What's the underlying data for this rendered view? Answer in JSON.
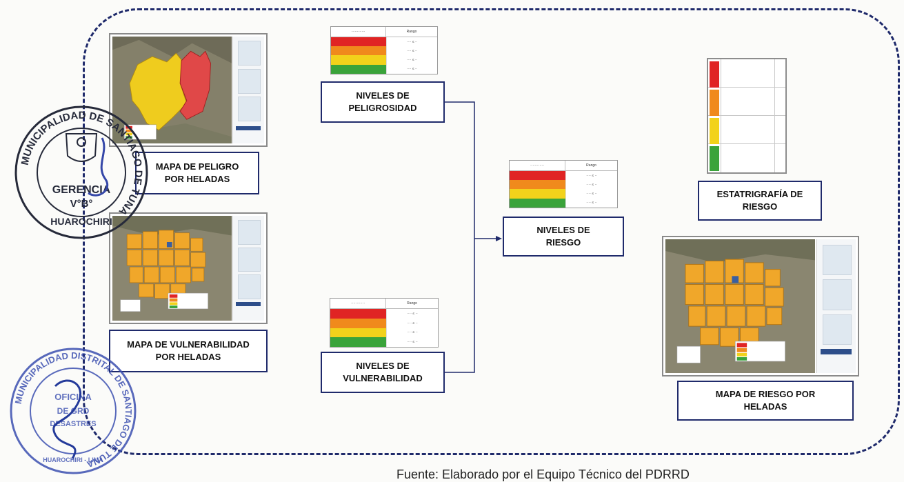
{
  "labels": {
    "mapa_peligro": "MAPA DE PELIGRO\nPOR HELADAS",
    "mapa_vulnerabilidad": "MAPA DE VULNERABILIDAD\nPOR HELADAS",
    "niveles_peligrosidad": "NIVELES DE\nPELIGROSIDAD",
    "niveles_vulnerabilidad": "NIVELES DE\nVULNERABILIDAD",
    "niveles_riesgo": "NIVELES DE\nRIESGO",
    "estatrigrafia": "ESTATRIGRAFÍA DE\nRIESGO",
    "mapa_riesgo": "MAPA DE RIESGO POR\nHELADAS"
  },
  "legend_header": "Rango",
  "stamps": {
    "gerencia": {
      "ring_text": "MUNICIPALIDAD DE SANTIAGO DE TUNA",
      "line1": "GERENCIA",
      "line2": "V°B°",
      "bottom": "HUAROCHIRI"
    },
    "oficina": {
      "ring_text": "MUNICIPALIDAD DISTRITAL DE SANTIAGO DE TUNA",
      "line1": "OFICINA",
      "line2": "DE GRD",
      "line3": "DESASTRES",
      "bottom": "HUAROCHIRI - LIMA"
    }
  },
  "caption": "Fuente: Elaborado por el Equipo Técnico del PDRRD",
  "colors": {
    "very_high": "#e02424",
    "high": "#f08a1c",
    "medium": "#f2d21b",
    "low": "#3aa33a",
    "border": "#1f2a6b",
    "stamp": "#2f3f9a"
  }
}
